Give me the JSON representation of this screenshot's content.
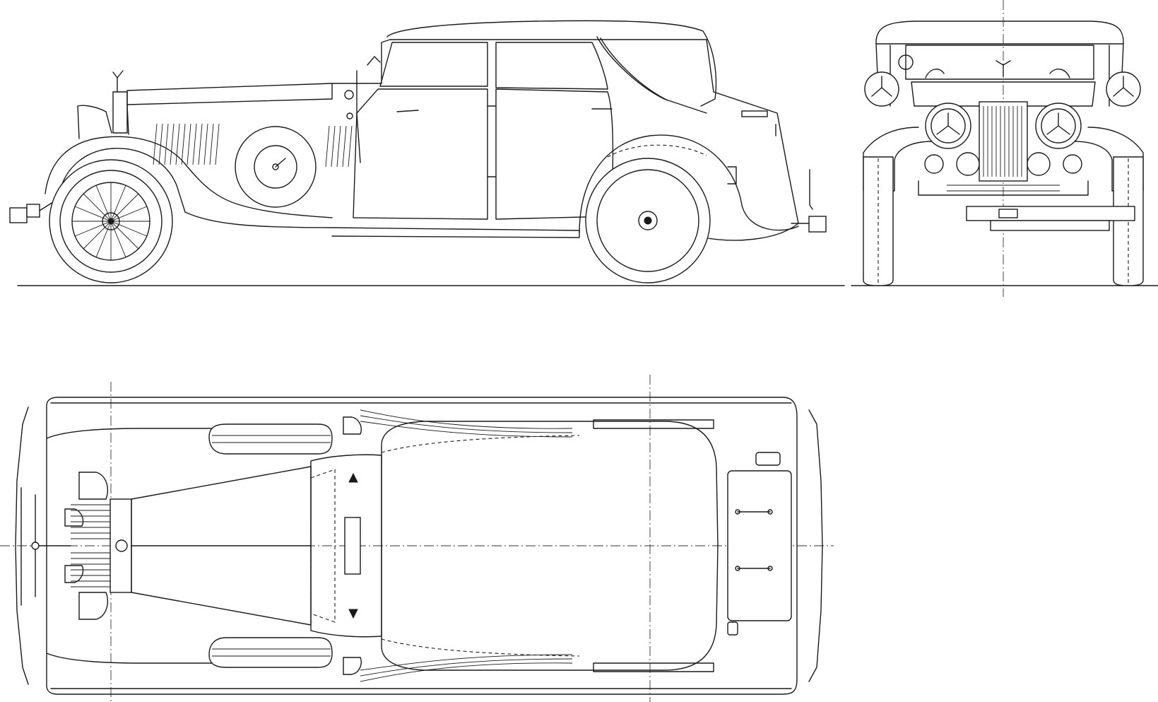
{
  "drawing": {
    "views": [
      "side",
      "front",
      "top"
    ],
    "style": "monochrome line drawing",
    "colors": {
      "line": "#1a1a1a",
      "background": "#ffffff"
    }
  }
}
